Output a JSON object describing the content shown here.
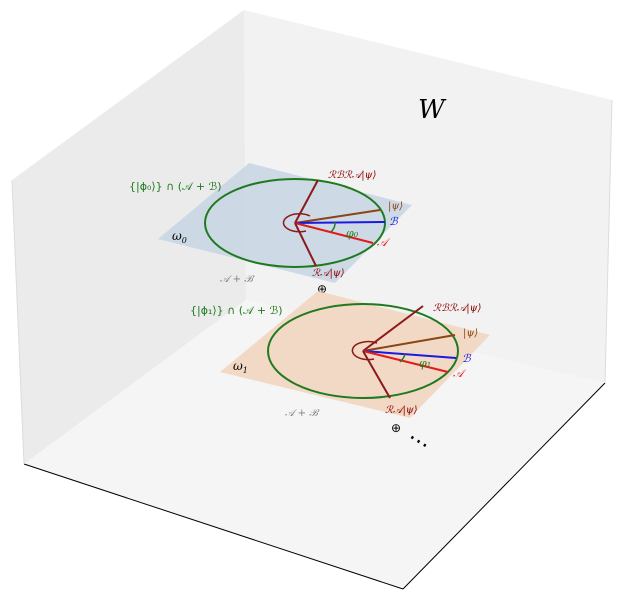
{
  "space": {
    "label": "W"
  },
  "plane0": {
    "name": "ω",
    "subscript": "0",
    "span_label": "𝒜 + ℬ",
    "set_label": "{|ϕ₀⟩} ∩ (𝒜 + ℬ)",
    "angle_label": "φ₀",
    "vectors": {
      "rbra_psi": "ℛℬℛ𝒜|ψ⟩",
      "psi": "|ψ⟩",
      "b": "ℬ",
      "a": "𝒜",
      "ra_psi": "ℛ𝒜|ψ⟩"
    },
    "fill": "#c7d6e4",
    "circle_color": "#1f7a1f"
  },
  "plane1": {
    "name": "ω",
    "subscript": "1",
    "span_label": "𝒜 + ℬ",
    "set_label": "{|ϕ₁⟩} ∩ (𝒜 + ℬ)",
    "angle_label": "φ₁",
    "vectors": {
      "rbra_psi": "ℛℬℛ𝒜|ψ⟩",
      "psi": "|ψ⟩",
      "b": "ℬ",
      "a": "𝒜",
      "ra_psi": "ℛ𝒜|ψ⟩"
    },
    "fill": "#f2d6c0",
    "circle_color": "#1f7a1f"
  },
  "oplus": "⊕",
  "ellipsis": "⋯",
  "colors": {
    "a_vector": "#e31a1c",
    "b_vector": "#1a1ae3",
    "psi_vector": "#8b4513",
    "reflection": "#8b1a1a",
    "label_dark_red": "#8b0000",
    "span_gray": "#808080",
    "green": "#1f7a1f"
  }
}
